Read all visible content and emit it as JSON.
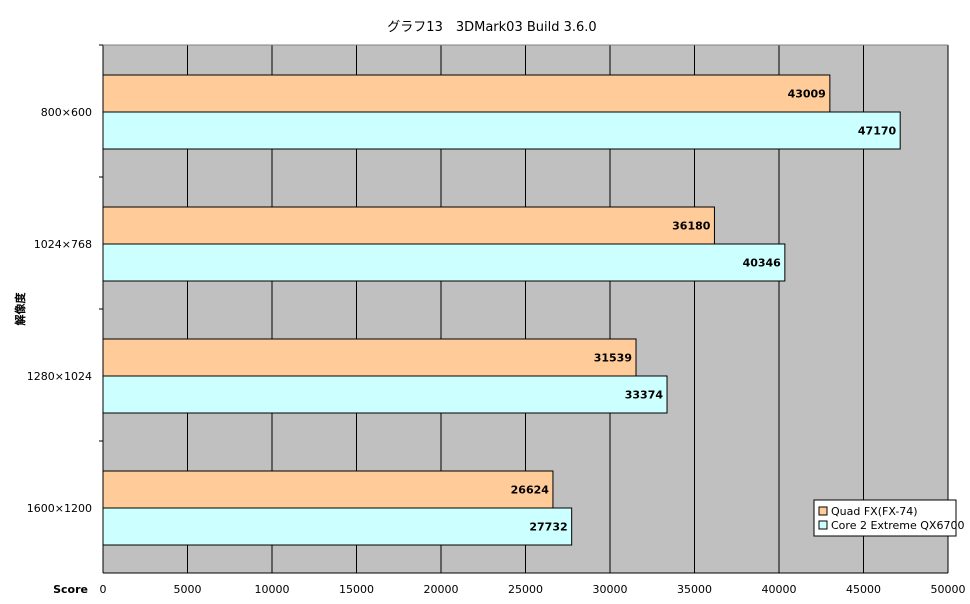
{
  "chart_data": {
    "type": "bar",
    "orientation": "horizontal",
    "title": "グラフ13　3DMark03  Build 3.6.0",
    "xlabel": "Score",
    "ylabel": "解像度",
    "xlim": [
      0,
      50000
    ],
    "xticks": [
      0,
      5000,
      10000,
      15000,
      20000,
      25000,
      30000,
      35000,
      40000,
      45000,
      50000
    ],
    "grid": true,
    "legend_position": "bottom-right",
    "categories": [
      "800×600",
      "1024×768",
      "1280×1024",
      "1600×1200"
    ],
    "series": [
      {
        "name": "Quad FX(FX-74)",
        "color": "#ffcc99",
        "values": [
          43009,
          36180,
          31539,
          26624
        ]
      },
      {
        "name": "Core 2 Extreme QX6700",
        "color": "#ccffff",
        "values": [
          47170,
          40346,
          33374,
          27732
        ]
      }
    ],
    "plot_background": "#c0c0c0"
  }
}
